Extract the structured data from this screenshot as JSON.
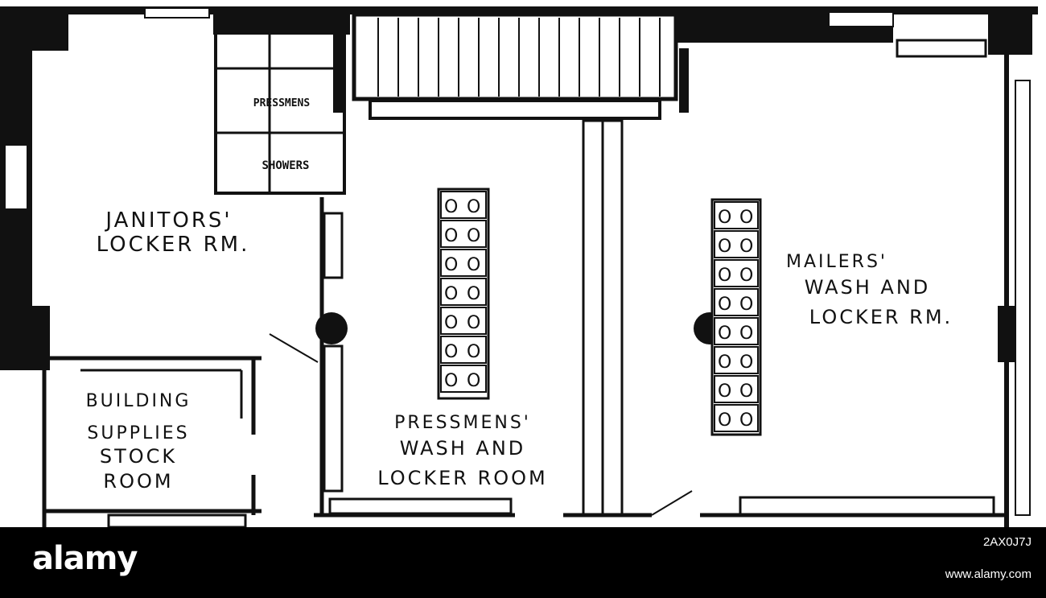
{
  "plan": {
    "rooms": {
      "janitors_line1": "JANITORS'",
      "janitors_line2": "LOCKER RM.",
      "pressmens_small_line1": "PRESSMENS",
      "pressmens_small_line2": "SHOWERS",
      "building_line1": "BUILDING",
      "building_line2": "SUPPLIES",
      "building_line3": "STOCK",
      "building_line4": "ROOM",
      "pressmens_line1": "PRESSMENS'",
      "pressmens_line2": "WASH AND",
      "pressmens_line3": "LOCKER ROOM",
      "mailers_line1": "MAILERS'",
      "mailers_line2": "WASH AND",
      "mailers_line3": "LOCKER RM."
    },
    "basin_glyph": "O",
    "colors": {
      "ink": "#111111",
      "paper": "#ffffff"
    }
  },
  "banner": {
    "logo": "alamy",
    "stock_id": "2AX0J7J",
    "url": "www.alamy.com",
    "colors": {
      "background": "#000000",
      "text": "#ffffff"
    }
  }
}
